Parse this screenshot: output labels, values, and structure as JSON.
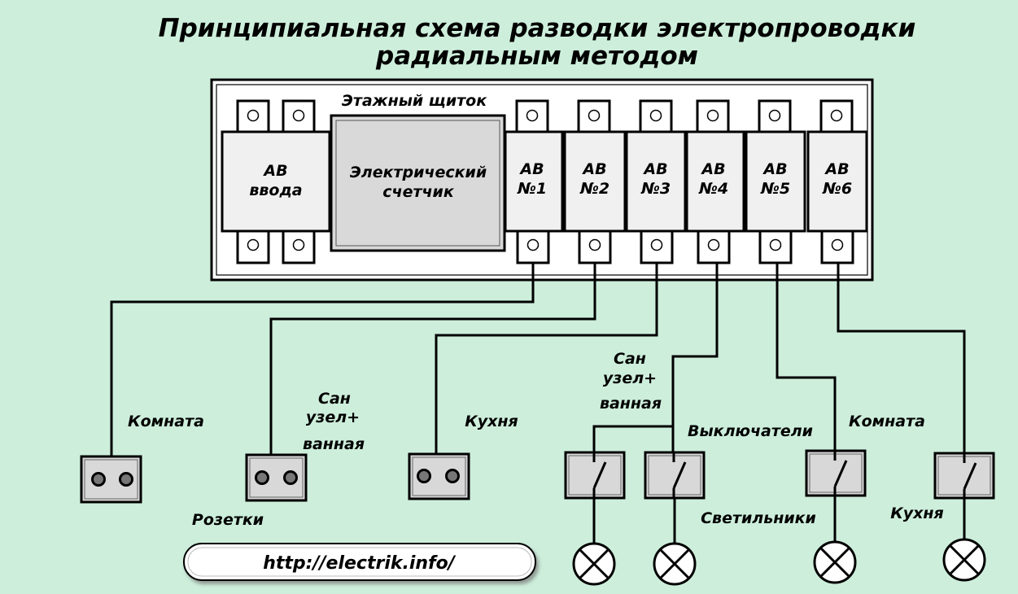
{
  "title": {
    "line1": "Принципиальная схема разводки электропроводки",
    "line2": "радиальным методом"
  },
  "panel": {
    "label": "Этажный щиток",
    "main_breaker": [
      "АВ",
      "ввода"
    ],
    "meter": [
      "Электрический",
      "счетчик"
    ],
    "breakers": [
      {
        "line1": "АВ",
        "line2": "№1"
      },
      {
        "line1": "АВ",
        "line2": "№2"
      },
      {
        "line1": "АВ",
        "line2": "№3"
      },
      {
        "line1": "АВ",
        "line2": "№4"
      },
      {
        "line1": "АВ",
        "line2": "№5"
      },
      {
        "line1": "АВ",
        "line2": "№6"
      }
    ]
  },
  "labels": {
    "room1": "Комната",
    "bath_socket": [
      "Сан",
      "узел+",
      "ванная"
    ],
    "kitchen_socket": "Кухня",
    "sockets": "Розетки",
    "bath_light": [
      "Сан",
      "узел+",
      "ванная"
    ],
    "switches": "Выключатели",
    "room2": "Комната",
    "lamps": "Светильники",
    "kitchen_light": "Кухня"
  },
  "footer": {
    "url": "http://electrik.info/"
  },
  "icons": [
    "terminal-icon",
    "socket-icon",
    "switch-icon",
    "lamp-icon"
  ],
  "colors": {
    "background": "#cdeedb",
    "panel": "#ffffff",
    "breaker": "#f0f0f0",
    "meter": "#d9d9d9",
    "device": "#d8d8d8",
    "wire": "#000000"
  }
}
